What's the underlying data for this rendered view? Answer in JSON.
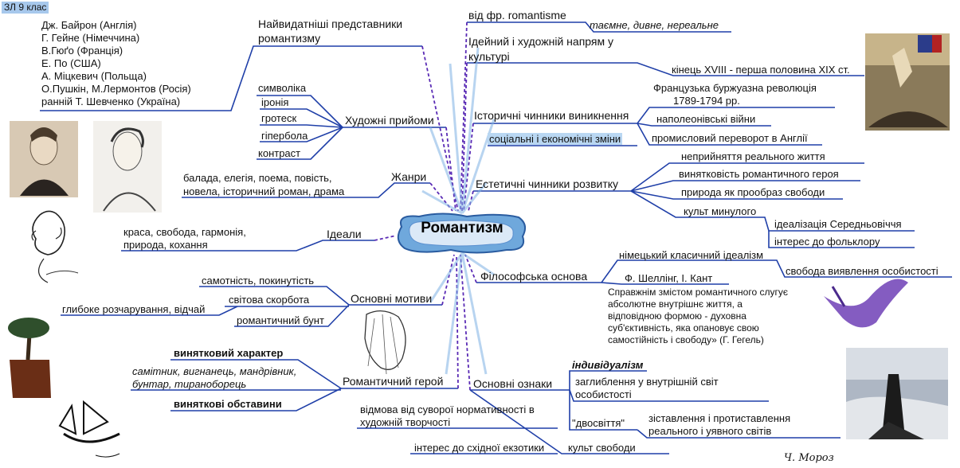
{
  "colors": {
    "line": "#1f3fa8",
    "dash": "#5a2bb5",
    "accent": "#a7c8ec",
    "hub": "#6fa8dc"
  },
  "tag": "ЗЛ 9 клас",
  "center": "Романтизм",
  "branches": {
    "representatives": {
      "title": "Найвидатніші представники романтизму",
      "items": [
        "Дж. Байрон (Англія)",
        "Г. Гейне (Німеччина)",
        "В.Гюґо (Франція)",
        "Е. По (США)",
        "А. Міцкевич (Польща)",
        "О.Пушкін, М.Лермонтов (Росія)",
        "ранній Т. Шевченко (Україна)"
      ]
    },
    "devices": {
      "title": "Художні прийоми",
      "items": [
        "символіка",
        "іронія",
        "гротеск",
        "гіпербола",
        "контраст"
      ]
    },
    "genres": {
      "title": "Жанри",
      "text": "балада, елегія, поема, повість, новела, історичний роман, драма"
    },
    "ideals": {
      "title": "Ідеали",
      "text": "краса, свобода, гармонія, природа, кохання"
    },
    "motifs": {
      "title": "Основні мотиви",
      "items": [
        "самотність, покинутість",
        "світова скорбота",
        "глибоке розчарування, відчай",
        "романтичний бунт"
      ]
    },
    "hero": {
      "title": "Романтичний герой",
      "items": [
        "винятковий характер",
        "самітник, вигнанець, мандрівник, бунтар, тираноборець",
        "виняткові обставини"
      ]
    },
    "origin": {
      "title": "від фр. romantisme",
      "detail": "таємне, дивне, нереальне"
    },
    "definition": {
      "title": "Ідейний і художній напрям у культурі",
      "detail": "кінець XVIII - перша половина XIX ст."
    },
    "history": {
      "title": "Історичні чинники виникнення",
      "items": [
        "Французька буржуазна революція 1789-1794 рр.",
        "наполеонівські війни",
        "промисловий переворот в Англії"
      ],
      "sub": "соціальні і економічні зміни"
    },
    "aesthetic": {
      "title": "Естетичні чинники розвитку",
      "items": [
        "неприйняття реального життя",
        "винятковість романтичного героя",
        "природа як прообраз свободи",
        "культ минулого"
      ],
      "sub": [
        "ідеалізація Середньовіччя",
        "інтерес до фольклору"
      ]
    },
    "philosophy": {
      "title": "Філософська основа",
      "items": [
        "німецький класичний ідеалізм",
        "свобода виявлення особистості",
        "Ф. Шеллінг, І. Кант"
      ],
      "quote": "Справжнім змістом романтичного слугує абсолютне внутрішнє життя, а відповідною формою - духовна суб'єктивність, яка опановує свою самостійність і свободу» (Г. Гегель)"
    },
    "features": {
      "title": "Основні ознаки",
      "items": [
        "індивідуалізм",
        "заглиблення у внутрішній світ особистості",
        "\"двосвіття\"",
        "зіставлення і протиставлення реального і уявного світів",
        "культ свободи",
        "відмова від суворої нормативності в художній творчості",
        "інтерес до східної екзотики"
      ]
    }
  },
  "signature": "Ч. Мороз"
}
